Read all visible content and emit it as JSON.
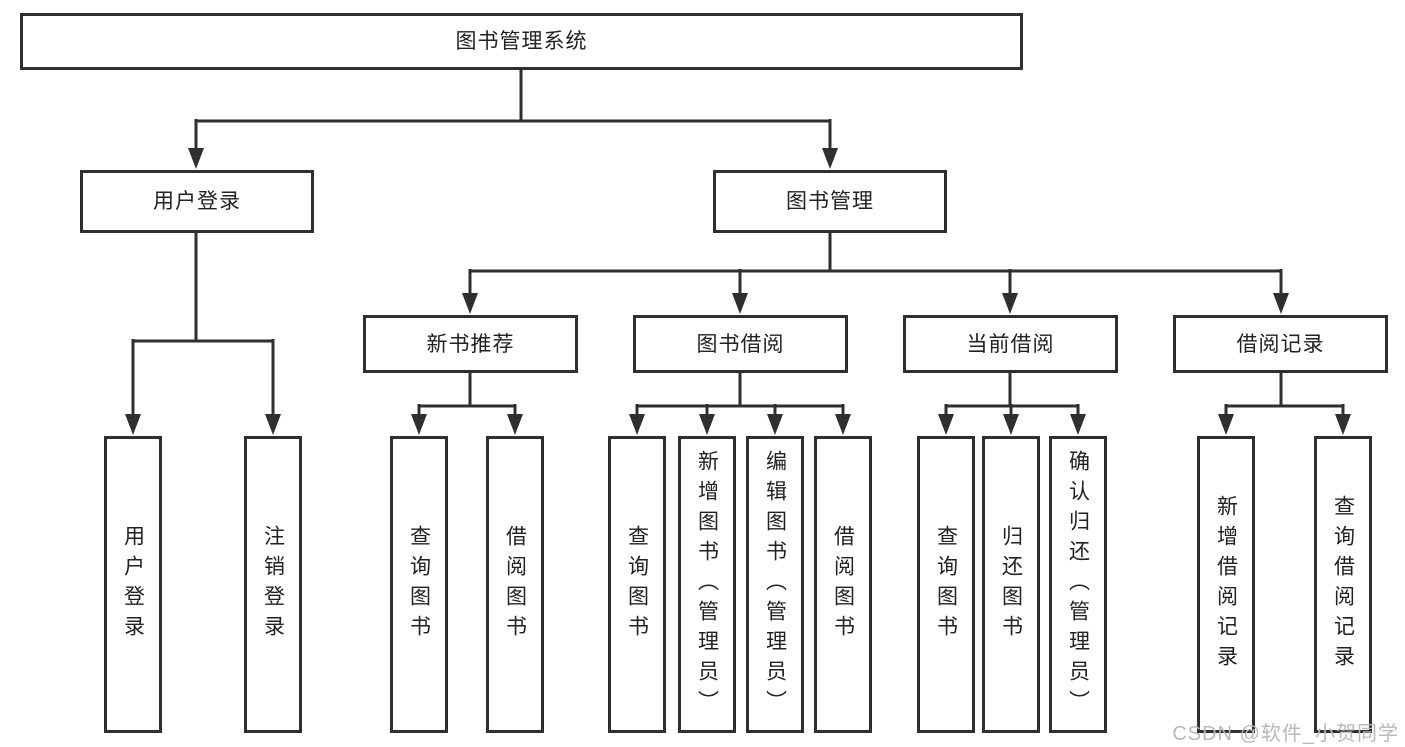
{
  "diagram": {
    "tree": {
      "root": {
        "label": "图书管理系统",
        "children": [
          {
            "label": "用户登录",
            "children": [
              {
                "label": "用户登录"
              },
              {
                "label": "注销登录"
              }
            ]
          },
          {
            "label": "图书管理",
            "children": [
              {
                "label": "新书推荐",
                "children": [
                  {
                    "label": "查询图书"
                  },
                  {
                    "label": "借阅图书"
                  }
                ]
              },
              {
                "label": "图书借阅",
                "children": [
                  {
                    "label": "查询图书"
                  },
                  {
                    "label": "新增图书（管理员）"
                  },
                  {
                    "label": "编辑图书（管理员）"
                  },
                  {
                    "label": "借阅图书"
                  }
                ]
              },
              {
                "label": "当前借阅",
                "children": [
                  {
                    "label": "查询图书"
                  },
                  {
                    "label": "归还图书"
                  },
                  {
                    "label": "确认归还（管理员）"
                  }
                ]
              },
              {
                "label": "借阅记录",
                "children": [
                  {
                    "label": "新增借阅记录"
                  },
                  {
                    "label": "查询借阅记录"
                  }
                ]
              }
            ]
          }
        ]
      }
    },
    "colors": {
      "line": "#2f2f2f",
      "box_border": "#2f2f2f",
      "text": "#222222",
      "watermark": "#b7b9bd",
      "background": "#ffffff"
    }
  },
  "watermark": {
    "text": "CSDN @软件_小贺同学"
  }
}
